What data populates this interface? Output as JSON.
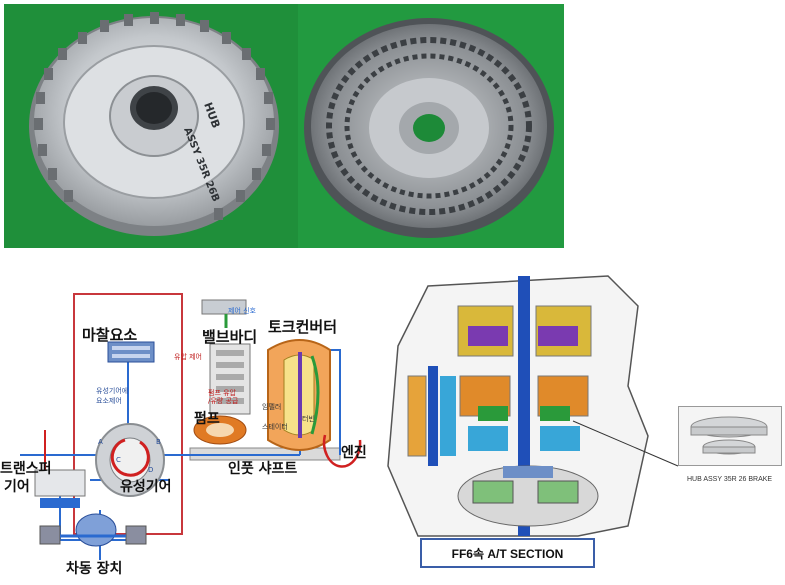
{
  "photo": {
    "hub_engraving_1": "HUB",
    "hub_engraving_2": "ASSY 35R 26B",
    "colors": {
      "background": "#1f8f3a",
      "metal": "#b8bcc0"
    }
  },
  "diagram": {
    "labels": {
      "friction": "마찰요소",
      "valve_body": "밸브바디",
      "torque_converter": "토크컨버터",
      "pump": "펌프",
      "planetary": "유성기어",
      "transfer_1": "트랜스퍼",
      "transfer_2": "기어",
      "input_shaft": "인풋 샤프트",
      "engine": "엔진",
      "drive": "차동 장치"
    },
    "small_labels": {
      "control_signal": "제어 신호",
      "hydraulic_control": "유압 제어",
      "planetary_control_1": "유성기어에",
      "planetary_control_2": "요소제어",
      "pump_supply_1": "펌프 유압",
      "pump_supply_2": "/유량 공급",
      "impeller": "임펠러",
      "stator": "스테이터",
      "turbine": "터빈",
      "letter_a": "A",
      "letter_b": "B",
      "letter_c": "C",
      "letter_d": "D"
    }
  },
  "section": {
    "caption": "FF6속  A/T SECTION",
    "hub_caption": "HUB ASSY 35R 26 BRAKE"
  }
}
